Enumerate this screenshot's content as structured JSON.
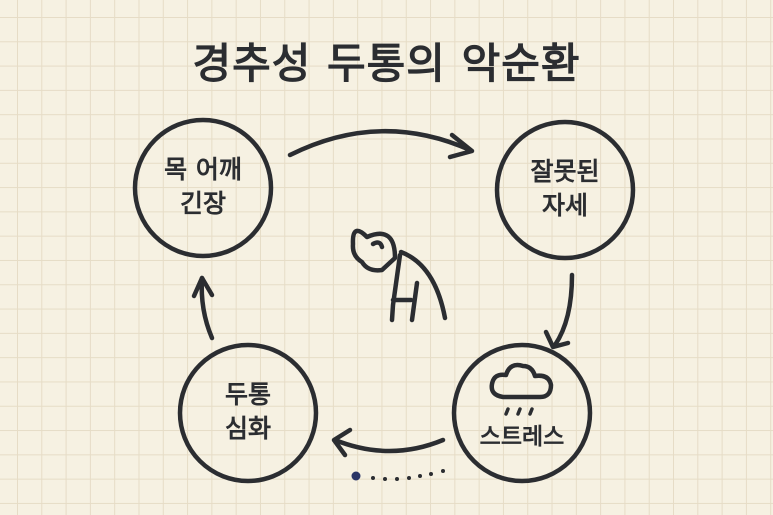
{
  "title": "경추성 두통의 악순환",
  "nodes": [
    {
      "line1": "목 어깨",
      "line2": "긴장",
      "icon": "none"
    },
    {
      "line1": "잘못된",
      "line2": "자세",
      "icon": "none"
    },
    {
      "line1": "스트레스",
      "icon": "rain-cloud-icon"
    },
    {
      "line1": "두통",
      "line2": "심화",
      "icon": "none"
    }
  ],
  "center_icon": "hunched-person-icon",
  "colors": {
    "ink": "#2b2d31",
    "background": "#f6f1e2",
    "dot": "#2a3566"
  }
}
